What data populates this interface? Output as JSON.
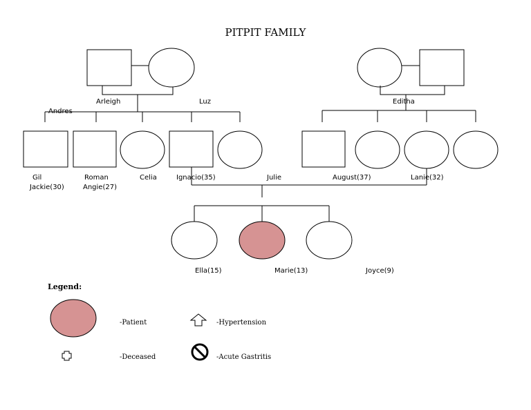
{
  "title": "PITPIT FAMILY",
  "colors": {
    "patient": "#d69393",
    "line": "#000000"
  },
  "grandparents_left": {
    "male": "Arleigh",
    "female": "Luz"
  },
  "grandparents_right": {
    "female": "Editha",
    "male": ""
  },
  "left_children_header": "Andres",
  "row2": [
    {
      "name": "Gil"
    },
    {
      "name": "Roman"
    },
    {
      "name": "Celia"
    },
    {
      "name": "Ignacio(35)"
    },
    {
      "name": "Julie"
    },
    {
      "name": "August(37)"
    },
    {
      "name": "Lanie(32)"
    }
  ],
  "row2_second_line": [
    "Jackie(30)",
    "Angie(27)"
  ],
  "children": [
    {
      "name": "Ella(15)"
    },
    {
      "name": "Marie(13)"
    },
    {
      "name": "Joyce(9)"
    }
  ],
  "legend": {
    "heading": "Legend:",
    "patient": "-Patient",
    "deceased": "-Deceased",
    "hypertension": "-Hypertension",
    "gastritis": "-Acute Gastritis",
    "icons": [
      "patient-icon",
      "deceased-icon",
      "hypertension-arrow-icon",
      "acute-gastritis-icon"
    ]
  }
}
